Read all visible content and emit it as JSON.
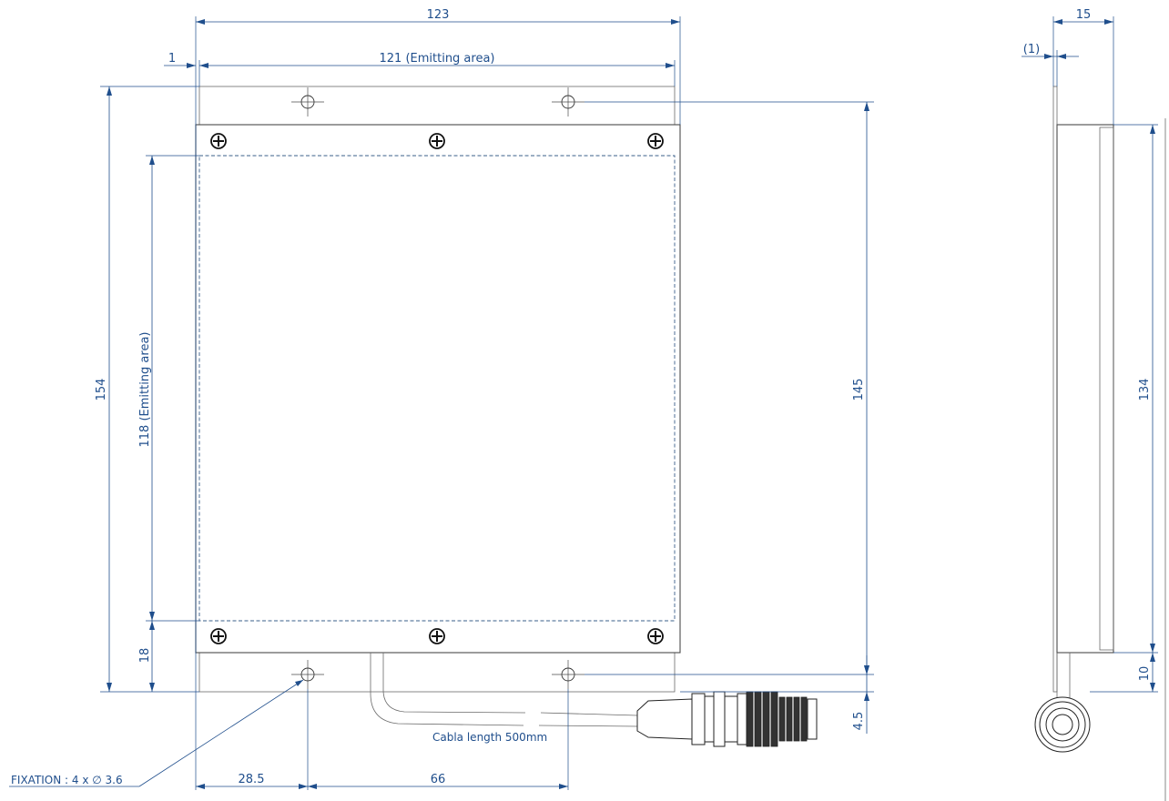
{
  "dimensions": {
    "width_overall": "123",
    "width_emitting": "121 (Emitting area)",
    "offset_left": "1",
    "height_overall": "154",
    "height_emitting": "118 (Emitting area)",
    "height_bottom_band": "18",
    "hole_spacing_vertical": "145",
    "hole_offset_bottom": "4.5",
    "hole_offset_x": "28.5",
    "hole_spacing_horizontal": "66",
    "depth": "15",
    "wall_thickness": "(1)",
    "side_height": "134",
    "side_bottom": "10"
  },
  "labels": {
    "fixation": "FIXATION : 4 x ∅ 3.6",
    "cable": "Cabla length 500mm"
  }
}
